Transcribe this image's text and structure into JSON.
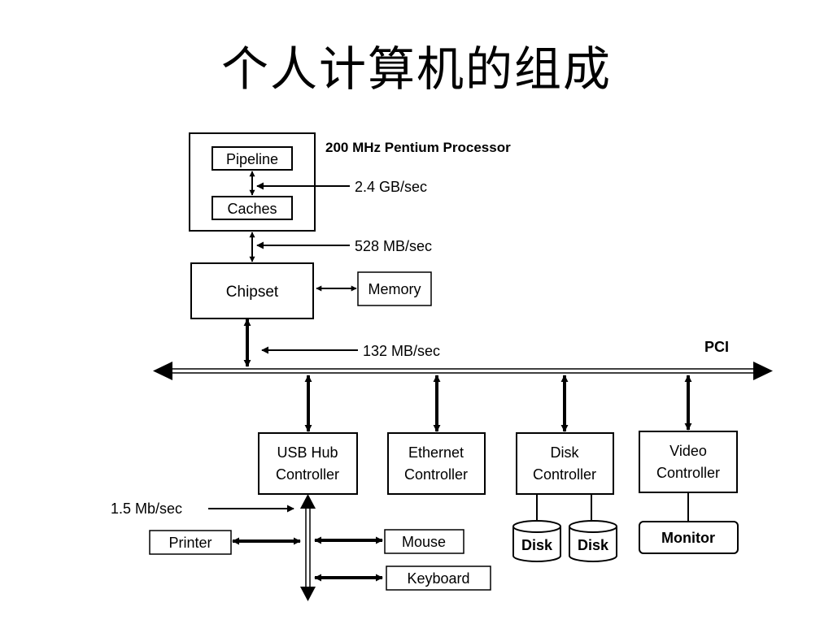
{
  "title": "个人计算机的组成",
  "processor": {
    "label": "200 MHz Pentium Processor",
    "pipeline": "Pipeline",
    "caches": "Caches",
    "internal_rate": "2.4 GB/sec"
  },
  "chipset": {
    "label": "Chipset",
    "memory": "Memory",
    "cpu_bus_rate": "528 MB/sec",
    "pci_rate": "132 MB/sec"
  },
  "bus": {
    "label": "PCI"
  },
  "controllers": {
    "usb": [
      "USB Hub",
      "Controller"
    ],
    "ethernet": [
      "Ethernet",
      "Controller"
    ],
    "disk": [
      "Disk",
      "Controller"
    ],
    "video": [
      "Video",
      "Controller"
    ]
  },
  "usb_devices": {
    "rate": "1.5 Mb/sec",
    "printer": "Printer",
    "mouse": "Mouse",
    "keyboard": "Keyboard"
  },
  "disks": [
    "Disk",
    "Disk"
  ],
  "monitor": "Monitor"
}
